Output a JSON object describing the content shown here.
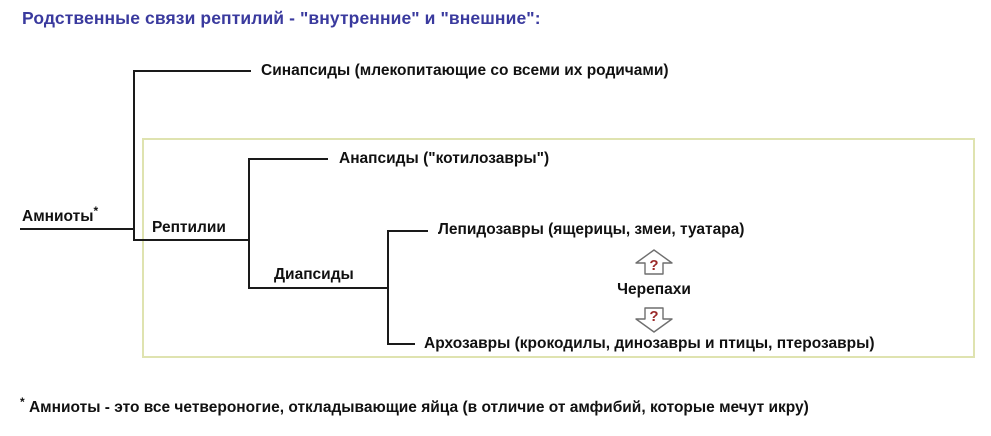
{
  "title": "Родственные связи рептилий - \"внутренние\" и \"внешние\":",
  "root": {
    "label": "Амниоты",
    "footnote_marker": "*"
  },
  "nodes": {
    "reptiles_label": "Рептилии",
    "diapsids_label": "Диапсиды"
  },
  "taxa": {
    "synapsids": "Синапсиды (млекопитающие со всеми их родичами)",
    "anapsids": "Анапсиды (\"котилозавры\")",
    "lepidosaurs": "Лепидозавры (ящерицы, змеи, туатара)",
    "archosaurs": "Архозавры (крокодилы, динозавры и птицы, птерозавры)"
  },
  "turtles": {
    "label": "Черепахи",
    "arrow_up_symbol": "?",
    "arrow_down_symbol": "?"
  },
  "footnote": {
    "marker": "*",
    "text": "Амниоты - это все четвероногие, откладывающие яйца (в отличие от амфибий, которые мечут икру)"
  },
  "colors": {
    "title": "#3a3a9e",
    "text": "#111111",
    "line": "#1a1a1a",
    "box_border": "#dfe3b0",
    "question_mark": "#9c2a2a",
    "background": "#ffffff"
  }
}
